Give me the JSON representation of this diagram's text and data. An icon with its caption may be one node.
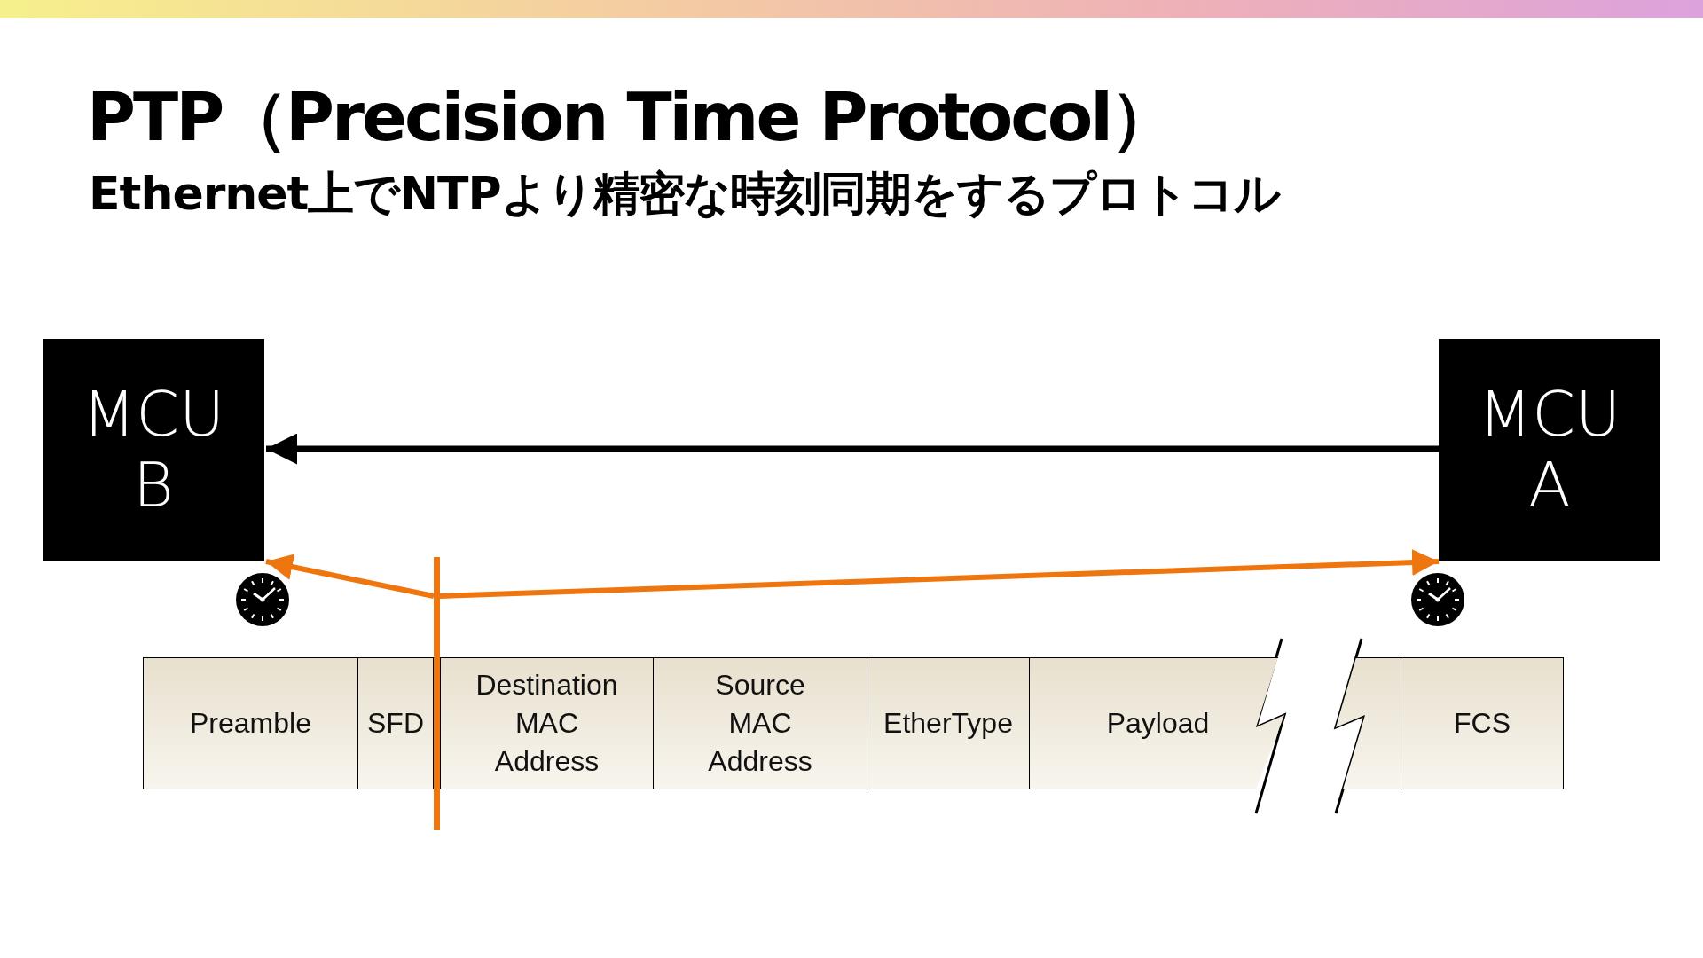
{
  "diagram": {
    "title": "PTP（Precision Time Protocol）",
    "caption": "Ethernet上でNTPより精密な時刻同期をするプロトコル",
    "nodes": [
      {
        "text": [
          "MCU B"
        ]
      },
      {
        "text": [
          "MCU A"
        ]
      },
      {
        "text": [],
        "shape": "bar"
      },
      {
        "text": [
          "Preamble"
        ]
      },
      {
        "text": [
          "SFD"
        ]
      },
      {
        "text": [
          "Destination MAC Address"
        ]
      },
      {
        "text": [
          "Source MAC Address"
        ]
      },
      {
        "text": [
          "EtherType"
        ]
      },
      {
        "text": [
          "Payload"
        ]
      },
      {
        "text": [],
        "shape": "box"
      },
      {
        "text": [
          "FCS"
        ]
      }
    ],
    "edges": [
      {
        "from": 1,
        "to": 0,
        "arrow": "to",
        "color": "#000000"
      },
      {
        "from": 2,
        "to": 0,
        "arrow": "to"
      },
      {
        "from": 2,
        "to": 1,
        "arrow": "to"
      }
    ]
  }
}
